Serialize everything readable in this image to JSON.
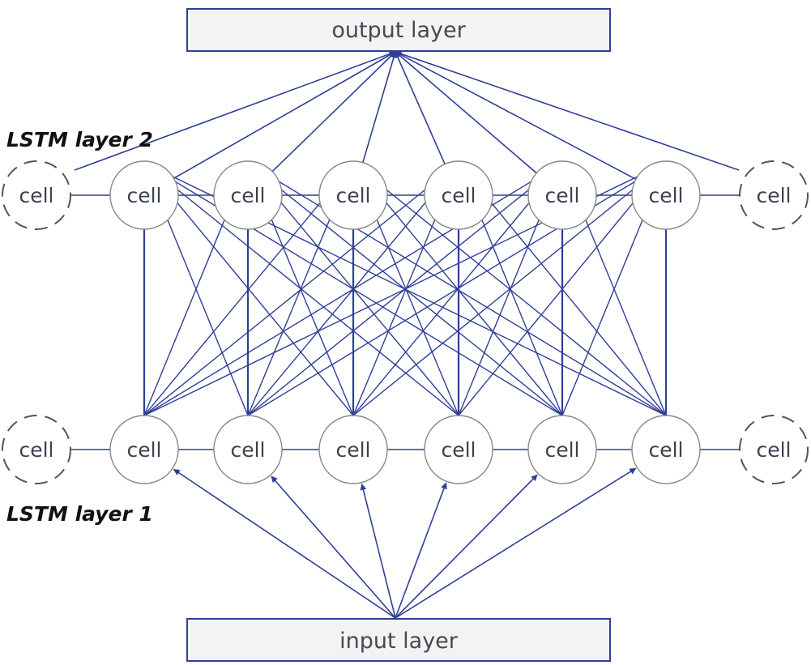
{
  "output_label": "output layer",
  "input_label": "input layer",
  "layer2_label": "LSTM layer 2",
  "layer1_label": "LSTM layer 1",
  "cell_label": "cell",
  "colors": {
    "edge": "#2e3f96",
    "cell_stroke": "#888888",
    "box_stroke": "#2e3f96",
    "box_fill": "#f3f3f4"
  }
}
